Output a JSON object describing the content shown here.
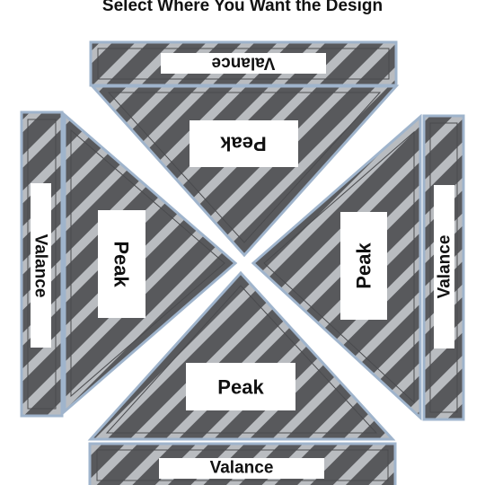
{
  "title": "Select Where You Want the Design",
  "colors": {
    "fabric_dark": "#58595c",
    "stripe": "#b9bcc0",
    "edge_trim": "#9fb4cc",
    "label_bg": "#ffffff",
    "label_text": "#111111"
  },
  "labels": {
    "valance": "Valance",
    "peak": "Peak"
  }
}
